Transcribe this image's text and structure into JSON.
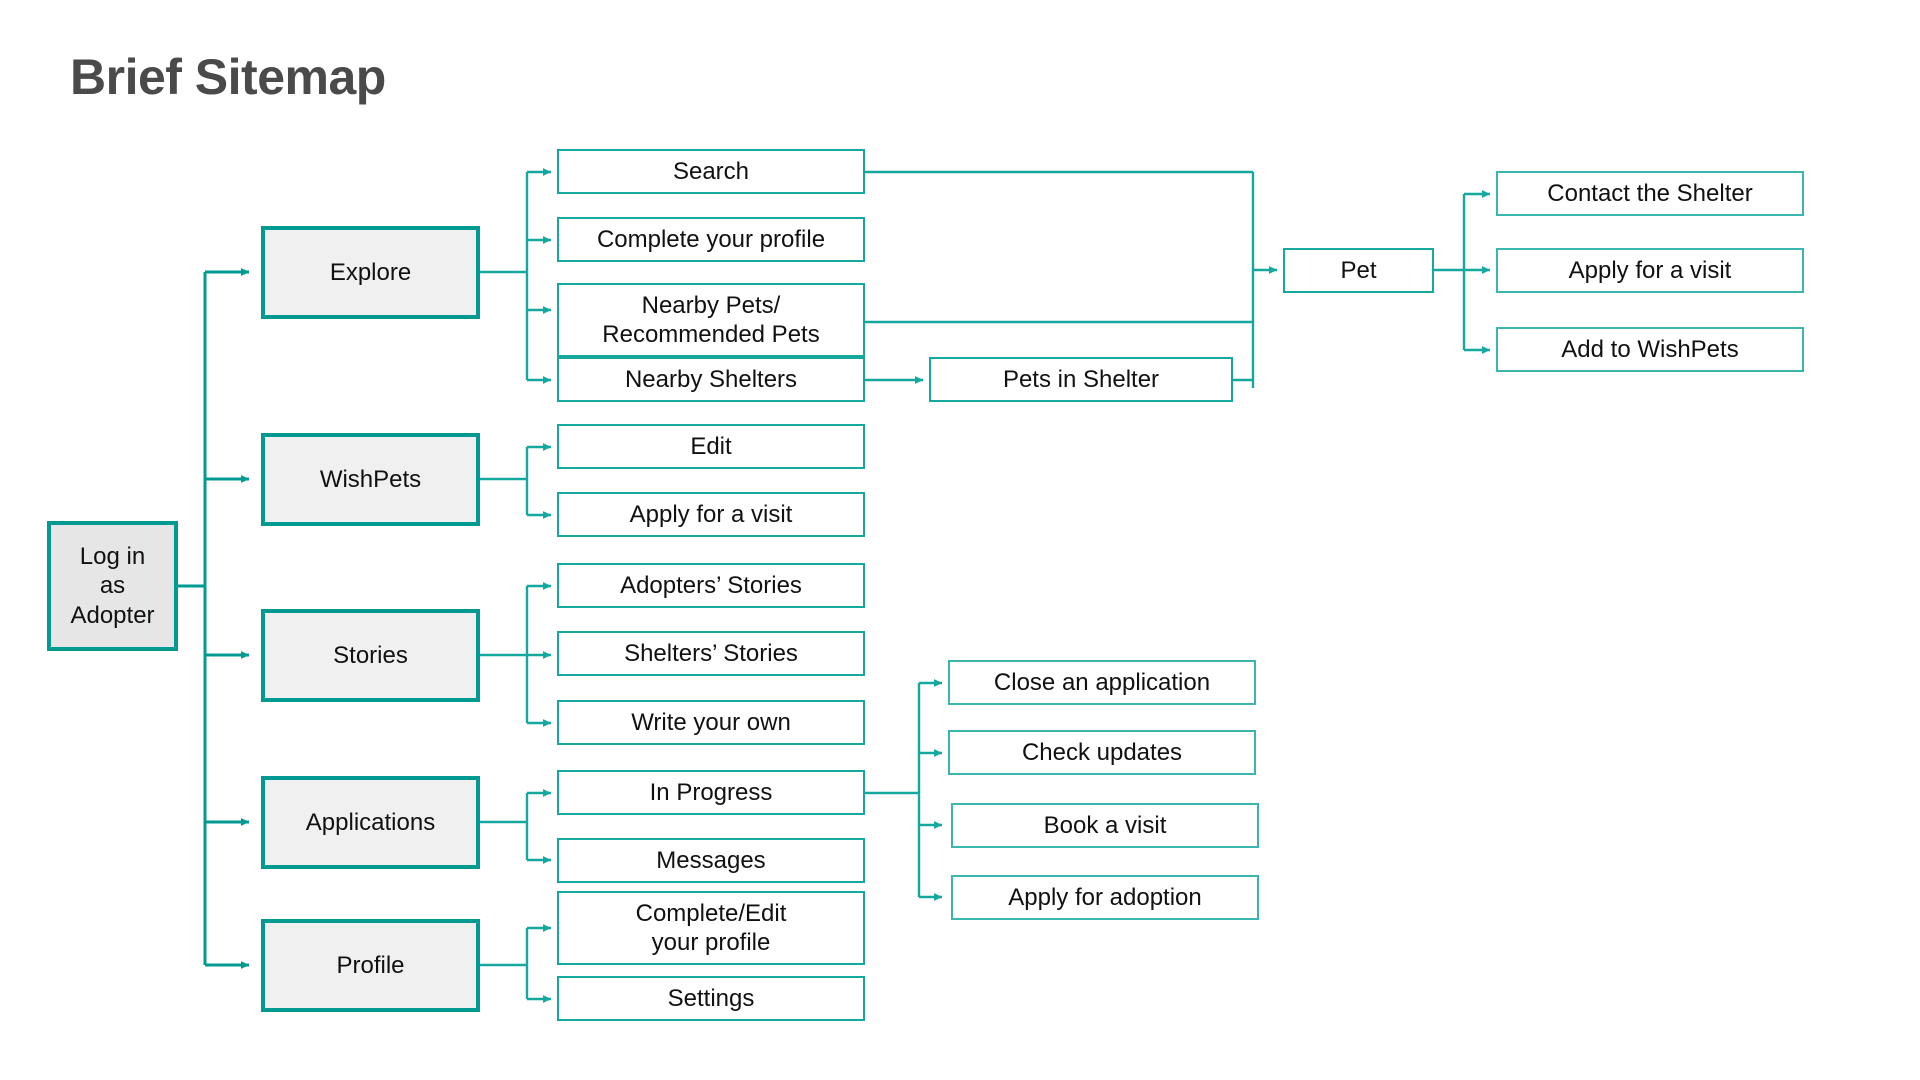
{
  "title": "Brief Sitemap",
  "colors": {
    "accent": "#009a93",
    "edge": "#14a89e",
    "edge_light": "#3bb6ae",
    "node_fill_level1": "#f0f0f0",
    "node_fill_root": "#e6e6e6",
    "node_fill_leaf": "#ffffff",
    "title_color": "#4a4a4a",
    "text_color": "#111111",
    "background": "#ffffff"
  },
  "diagram": {
    "type": "sitemap-tree",
    "root": {
      "id": "login-as-adopter",
      "label": "Log in\nas\nAdopter",
      "level": 0
    },
    "nodes": [
      {
        "id": "explore",
        "label": "Explore",
        "level": 1,
        "parent": "login-as-adopter"
      },
      {
        "id": "wishpets",
        "label": "WishPets",
        "level": 1,
        "parent": "login-as-adopter"
      },
      {
        "id": "stories",
        "label": "Stories",
        "level": 1,
        "parent": "login-as-adopter"
      },
      {
        "id": "applications",
        "label": "Applications",
        "level": 1,
        "parent": "login-as-adopter"
      },
      {
        "id": "profile",
        "label": "Profile",
        "level": 1,
        "parent": "login-as-adopter"
      },
      {
        "id": "search",
        "label": "Search",
        "level": 2,
        "parent": "explore"
      },
      {
        "id": "complete-your-profile",
        "label": "Complete your profile",
        "level": 2,
        "parent": "explore"
      },
      {
        "id": "nearby-pets",
        "label": "Nearby Pets/\nRecommended Pets",
        "level": 2,
        "parent": "explore"
      },
      {
        "id": "nearby-shelters",
        "label": "Nearby Shelters",
        "level": 2,
        "parent": "explore"
      },
      {
        "id": "pets-in-shelter",
        "label": "Pets in Shelter",
        "level": 2,
        "parent": "nearby-shelters"
      },
      {
        "id": "pet",
        "label": "Pet",
        "level": 2,
        "parent": "search"
      },
      {
        "id": "contact-the-shelter",
        "label": "Contact the Shelter",
        "level": 3,
        "parent": "pet"
      },
      {
        "id": "apply-for-a-visit-pet",
        "label": "Apply for a visit",
        "level": 3,
        "parent": "pet"
      },
      {
        "id": "add-to-wishpets",
        "label": "Add to WishPets",
        "level": 3,
        "parent": "pet"
      },
      {
        "id": "edit",
        "label": "Edit",
        "level": 2,
        "parent": "wishpets"
      },
      {
        "id": "apply-for-a-visit-wp",
        "label": "Apply for a visit",
        "level": 2,
        "parent": "wishpets"
      },
      {
        "id": "adopters-stories",
        "label": "Adopters’ Stories",
        "level": 2,
        "parent": "stories"
      },
      {
        "id": "shelters-stories",
        "label": "Shelters’ Stories",
        "level": 2,
        "parent": "stories"
      },
      {
        "id": "write-your-own",
        "label": "Write your own",
        "level": 2,
        "parent": "stories"
      },
      {
        "id": "in-progress",
        "label": "In Progress",
        "level": 2,
        "parent": "applications"
      },
      {
        "id": "messages",
        "label": "Messages",
        "level": 2,
        "parent": "applications"
      },
      {
        "id": "close-an-application",
        "label": "Close an application",
        "level": 3,
        "parent": "in-progress"
      },
      {
        "id": "check-updates",
        "label": "Check updates",
        "level": 3,
        "parent": "in-progress"
      },
      {
        "id": "book-a-visit",
        "label": "Book a visit",
        "level": 3,
        "parent": "in-progress"
      },
      {
        "id": "apply-for-adoption",
        "label": "Apply for adoption",
        "level": 3,
        "parent": "in-progress"
      },
      {
        "id": "complete-edit-your-profile",
        "label": "Complete/Edit\nyour profile",
        "level": 2,
        "parent": "profile"
      },
      {
        "id": "settings",
        "label": "Settings",
        "level": 2,
        "parent": "profile"
      }
    ]
  }
}
